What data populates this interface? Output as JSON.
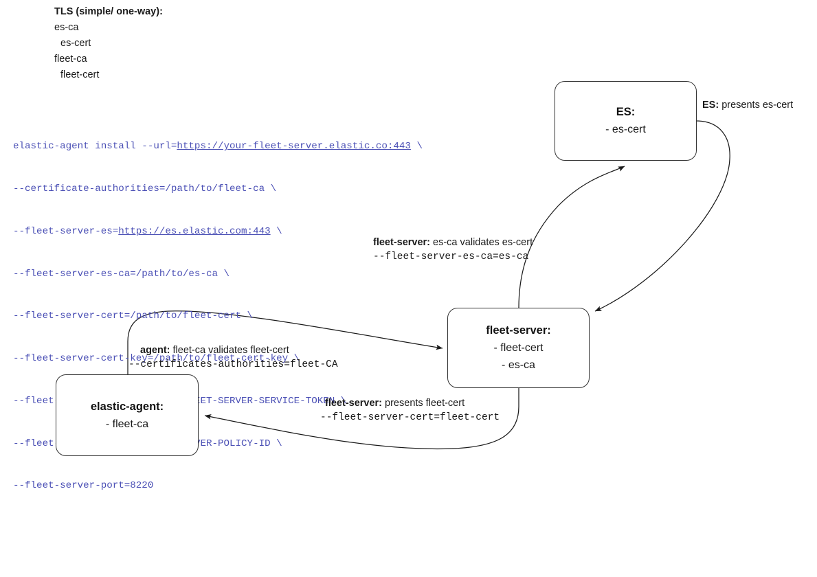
{
  "legend": {
    "header": "TLS (simple/ one-way):",
    "lines": [
      {
        "text": "es-ca",
        "indent": false
      },
      {
        "text": "es-cert",
        "indent": true
      },
      {
        "text": "fleet-ca",
        "indent": false
      },
      {
        "text": "fleet-cert",
        "indent": true
      }
    ]
  },
  "command": {
    "lines": [
      {
        "pre": "elastic-agent install --url=",
        "link": "https://your-fleet-server.elastic.co:443",
        "post": " \\"
      },
      {
        "pre": "--certificate-authorities=/path/to/fleet-ca \\",
        "link": "",
        "post": ""
      },
      {
        "pre": "--fleet-server-es=",
        "link": "https://es.elastic.com:443",
        "post": " \\"
      },
      {
        "pre": "--fleet-server-es-ca=/path/to/es-ca \\",
        "link": "",
        "post": ""
      },
      {
        "pre": "--fleet-server-cert=/path/to/fleet-cert \\",
        "link": "",
        "post": ""
      },
      {
        "pre": "--fleet-server-cert-key=/path/to/fleet-cert-key \\",
        "link": "",
        "post": ""
      },
      {
        "pre": "--fleet-server-service-token=FLEET-SERVER-SERVICE-TOKEN \\",
        "link": "",
        "post": ""
      },
      {
        "pre": "--fleet-server-policy=FLEET-SERVER-POLICY-ID \\",
        "link": "",
        "post": ""
      },
      {
        "pre": "--fleet-server-port=8220",
        "link": "",
        "post": ""
      }
    ]
  },
  "nodes": {
    "es": {
      "title": "ES:",
      "line1": "- es-cert",
      "line2": ""
    },
    "fleet": {
      "title": "fleet-server:",
      "line1": "- fleet-cert",
      "line2": "- es-ca"
    },
    "agent": {
      "title": "elastic-agent:",
      "line1": "- fleet-ca",
      "line2": ""
    }
  },
  "edges": {
    "es_presents": {
      "actor": "ES:",
      "prose": " presents es-cert",
      "mono": ""
    },
    "fs_validates": {
      "actor": "fleet-server:",
      "prose": " es-ca validates es-cert",
      "mono": "--fleet-server-es-ca=es-ca"
    },
    "agent_validates": {
      "actor": "agent:",
      "prose": " fleet-ca validates fleet-cert",
      "mono": "--certificates-authorities=fleet-CA"
    },
    "fs_presents": {
      "actor": "fleet-server:",
      "prose": " presents fleet-cert",
      "mono": "--fleet-server-cert=fleet-cert"
    }
  },
  "colors": {
    "stroke": "#333333",
    "code": "#4a4fb5",
    "text": "#1a1a1a"
  }
}
